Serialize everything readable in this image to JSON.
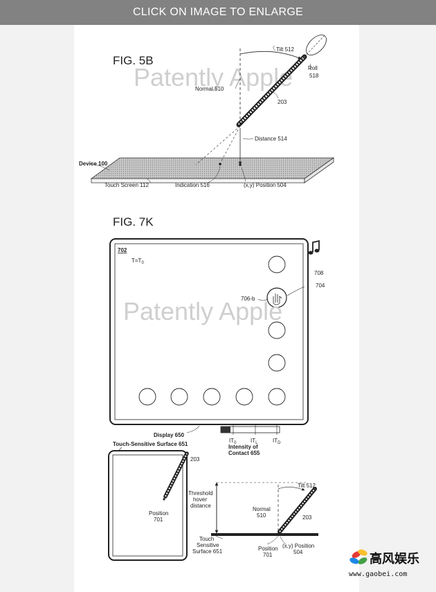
{
  "banner": {
    "text": "CLICK ON IMAGE TO ENLARGE"
  },
  "fig5b": {
    "title": "FIG. 5B",
    "watermark": "Patently Apple",
    "labels": {
      "tilt": "Tilt 512",
      "roll": "Roll",
      "roll_num": "518",
      "normal": "Normal 510",
      "stylus": "203",
      "distance": "Distance 514",
      "device": "Device 100",
      "touch_screen": "Touch Screen 112",
      "indication": "Indication 516",
      "position": "(x,y) Position 504"
    }
  },
  "fig7k": {
    "title": "FIG. 7K",
    "watermark": "Patently Apple",
    "labels": {
      "panel": "702",
      "time": "T=T",
      "time_sub": "0",
      "music": "708",
      "icon_ref": "704",
      "icon_label": "706-b",
      "display": "Display 650",
      "it0": "IT",
      "it0_sub": "0",
      "itl": "IT",
      "itl_sub": "L",
      "itd": "IT",
      "itd_sub": "D",
      "intensity1": "Intensity of",
      "intensity2": "Contact 655",
      "surface": "Touch-Sensitive Surface 651",
      "stylus": "203",
      "pos_left1": "Position",
      "pos_left2": "701",
      "threshold1": "Threshold",
      "threshold2": "hover",
      "threshold3": "distance",
      "tilt": "Tilt 512",
      "normal1": "Normal",
      "normal2": "510",
      "stylus2": "203",
      "tss1": "Touch",
      "tss2": "Sensitive",
      "tss3": "Surface 651",
      "pos_b1": "Position",
      "pos_b2": "701",
      "xy1": "(x,y) Position",
      "xy2": "504"
    }
  },
  "logo": {
    "text": "高风娱乐",
    "url": "www.gaobei.com"
  },
  "colors": {
    "banner": "#828282",
    "background": "#f2f2f2",
    "sheet": "#ffffff",
    "line": "#222222"
  }
}
